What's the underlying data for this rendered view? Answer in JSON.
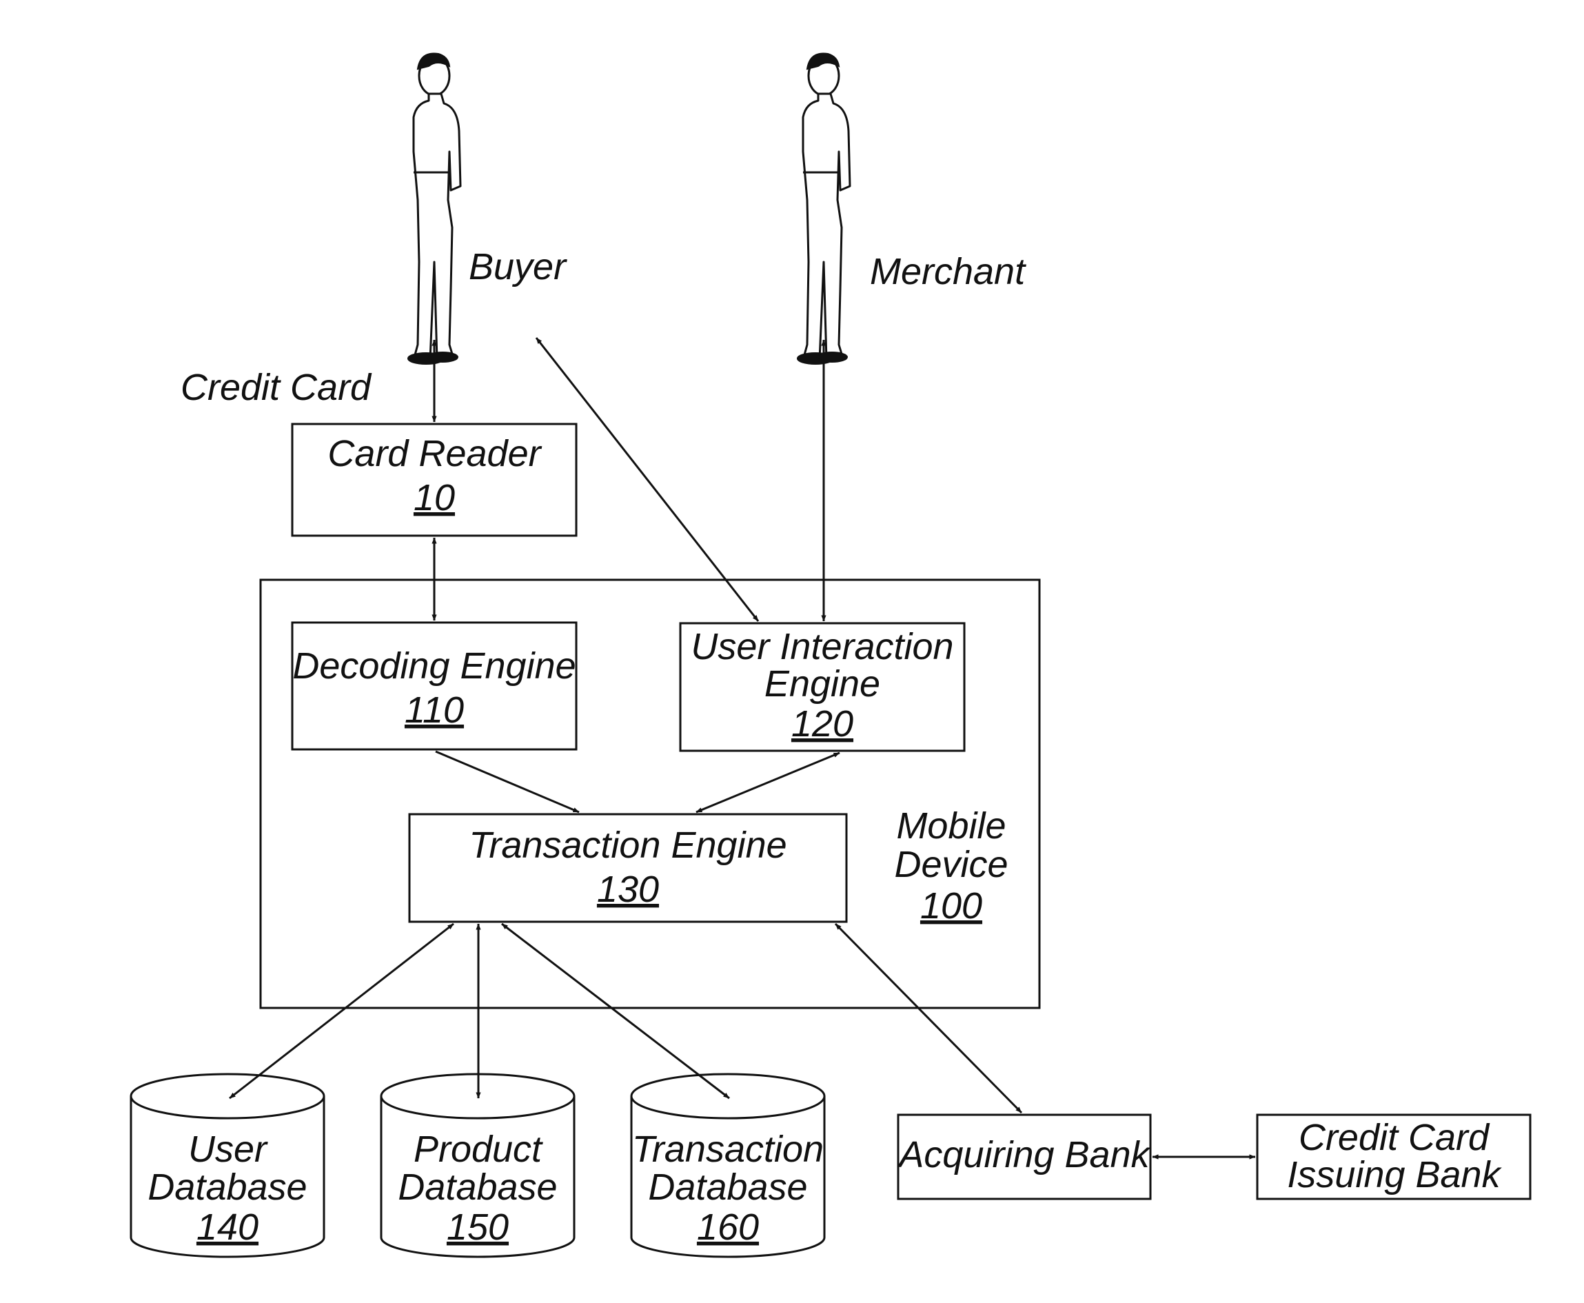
{
  "actors": {
    "buyer": "Buyer",
    "merchant": "Merchant"
  },
  "labels": {
    "credit_card": "Credit Card"
  },
  "card_reader": {
    "title": "Card Reader",
    "number": "10"
  },
  "mobile_device": {
    "line1": "Mobile",
    "line2": "Device",
    "number": "100"
  },
  "decoding_engine": {
    "title": "Decoding Engine",
    "number": "110"
  },
  "user_interaction_engine": {
    "line1": "User Interaction",
    "line2": "Engine",
    "number": "120"
  },
  "transaction_engine": {
    "title": "Transaction Engine",
    "number": "130"
  },
  "user_database": {
    "line1": "User",
    "line2": "Database",
    "number": "140"
  },
  "product_database": {
    "line1": "Product",
    "line2": "Database",
    "number": "150"
  },
  "transaction_database": {
    "line1": "Transaction",
    "line2": "Database",
    "number": "160"
  },
  "acquiring_bank": {
    "title": "Acquiring Bank"
  },
  "issuing_bank": {
    "line1": "Credit Card",
    "line2": "Issuing Bank"
  }
}
